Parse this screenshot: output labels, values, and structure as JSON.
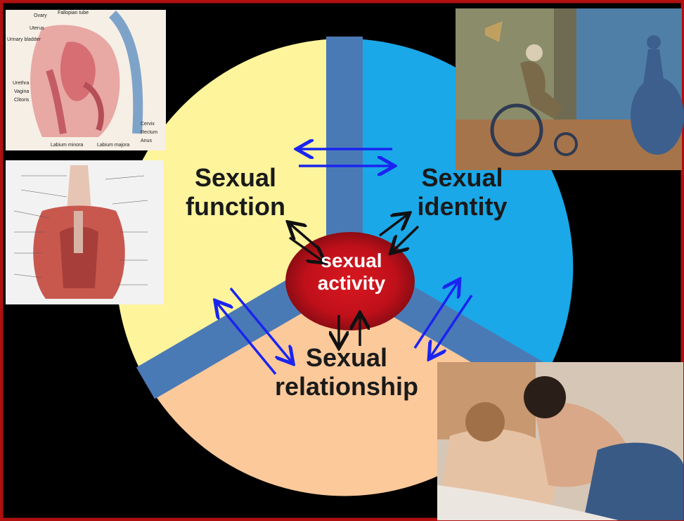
{
  "diagram": {
    "segments": {
      "function": {
        "line1": "Sexual",
        "line2": "function",
        "color": "#fdf49c"
      },
      "identity": {
        "line1": "Sexual",
        "line2": "identity",
        "color": "#1aa8e8"
      },
      "relationship": {
        "line1": "Sexual",
        "line2": "relationship",
        "color": "#fcc99a"
      }
    },
    "center": {
      "line1": "sexual",
      "line2": "activity",
      "color": "#c8121b"
    },
    "divider_color": "#4a7ab5",
    "arrow_colors": {
      "outer": "#1a24f0",
      "inner": "#111111"
    }
  },
  "frame": {
    "border_color": "#b01010",
    "background": "#000000"
  },
  "images": [
    {
      "name": "female-pelvic-anatomy-image",
      "caption_labels": [
        "Ovary",
        "Fallopian tube",
        "Uterus",
        "Urinary bladder",
        "Urethra",
        "Vagina",
        "Clitoris",
        "Labium minora",
        "Labium majora",
        "Cervix",
        "Rectum",
        "Anus"
      ]
    },
    {
      "name": "male-pelvic-floor-anatomy-image"
    },
    {
      "name": "wheelchair-painting-image"
    },
    {
      "name": "couple-photo-image"
    }
  ]
}
